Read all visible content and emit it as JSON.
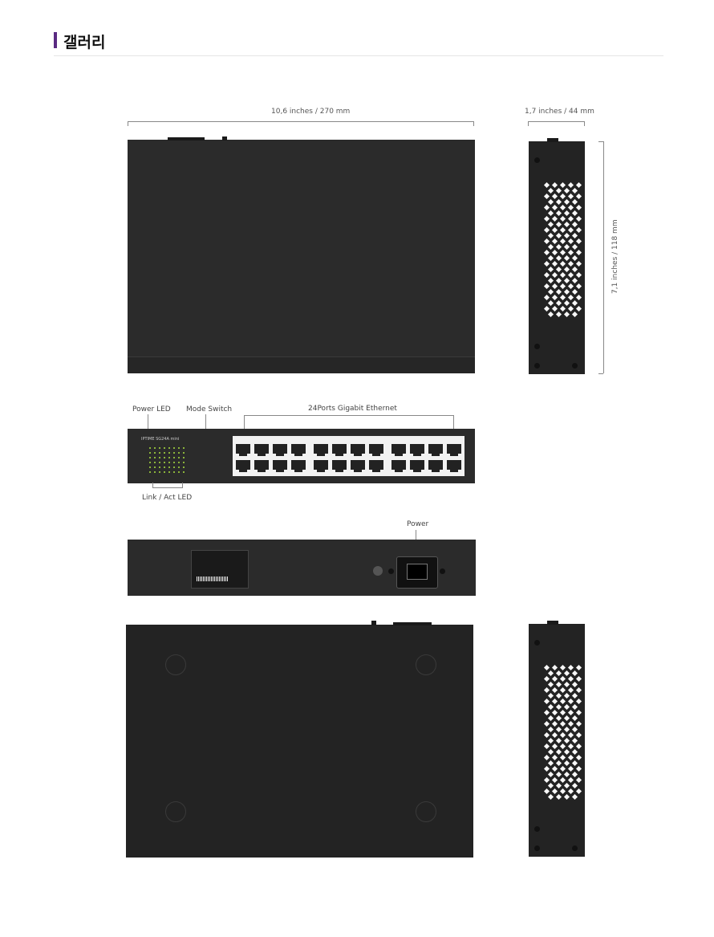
{
  "page": {
    "title": "갤러리",
    "accent_color": "#5a2a82"
  },
  "dimensions": {
    "width": "10,6 inches / 270 mm",
    "depth": "1,7 inches / 44 mm",
    "height": "7,1 inches / 118 mm"
  },
  "callouts": {
    "power_led": "Power LED",
    "mode_switch": "Mode Switch",
    "ethernet": "24Ports Gigabit Ethernet",
    "link_act_led": "Link / Act LED",
    "power": "Power"
  },
  "icons": [
    "vent-pattern",
    "screw-hole",
    "rubber-foot",
    "rj45-port",
    "power-socket"
  ]
}
